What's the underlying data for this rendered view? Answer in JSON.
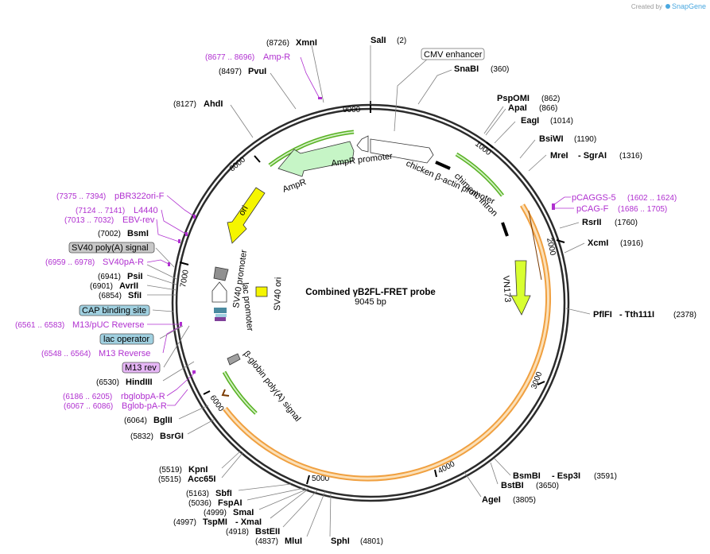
{
  "credit": {
    "created_by": "Created by",
    "brand": "SnapGene"
  },
  "map": {
    "title": "Combined γB2FL-FRET probe",
    "size": "9045 bp"
  },
  "ticks": [
    "1000",
    "2000",
    "3000",
    "4000",
    "5000",
    "6000",
    "7000",
    "8000",
    "9000"
  ],
  "sites": {
    "sali": {
      "name": "SalI",
      "pos": "(2)"
    },
    "xmni": {
      "name": "XmnI",
      "pos": "(8726)"
    },
    "pvui": {
      "name": "PvuI",
      "pos": "(8497)"
    },
    "ahdi": {
      "name": "AhdI",
      "pos": "(8127)"
    },
    "snabi": {
      "name": "SnaBI",
      "pos": "(360)"
    },
    "psp": {
      "name": "PspOMI",
      "pos": "(862)"
    },
    "apai": {
      "name": "ApaI",
      "pos": "(866)"
    },
    "eagi": {
      "name": "EagI",
      "pos": "(1014)"
    },
    "bsiwi": {
      "name": "BsiWI",
      "pos": "(1190)"
    },
    "mrei": {
      "name": "MreI",
      "name2": "- SgrAI",
      "pos": "(1316)"
    },
    "bsrii": {
      "name": "RsrII",
      "pos": "(1760)"
    },
    "xcmi": {
      "name": "XcmI",
      "pos": "(1916)"
    },
    "pflfi": {
      "name": "PflFI",
      "name2": "- Tth111I",
      "pos": "(2378)"
    },
    "bsmbi": {
      "name": "BsmBI",
      "name2": "- Esp3I",
      "pos": "(3591)"
    },
    "bstbi": {
      "name": "BstBI",
      "pos": "(3650)"
    },
    "agei": {
      "name": "AgeI",
      "pos": "(3805)"
    },
    "sphi": {
      "name": "SphI",
      "pos": "(4801)"
    },
    "mlui": {
      "name": "MluI",
      "pos": "(4837)"
    },
    "bsteii": {
      "name": "BstEII",
      "pos": "(4918)"
    },
    "tspmi": {
      "name": "TspMI",
      "name2": "- XmaI",
      "pos": "(4997)"
    },
    "smai": {
      "name": "SmaI",
      "pos": "(4999)"
    },
    "fspai": {
      "name": "FspAI",
      "pos": "(5036)"
    },
    "sbfi": {
      "name": "SbfI",
      "pos": "(5163)"
    },
    "acc65i": {
      "name": "Acc65I",
      "pos": "(5515)"
    },
    "kpni": {
      "name": "KpnI",
      "pos": "(5519)"
    },
    "bsrgi": {
      "name": "BsrGI",
      "pos": "(5832)"
    },
    "bglii": {
      "name": "BglII",
      "pos": "(6064)"
    },
    "hindiii": {
      "name": "HindIII",
      "pos": "(6530)"
    },
    "sfii": {
      "name": "SfiI",
      "pos": "(6854)"
    },
    "avrii": {
      "name": "AvrII",
      "pos": "(6901)"
    },
    "psii": {
      "name": "PsiI",
      "pos": "(6941)"
    },
    "bsmi": {
      "name": "BsmI",
      "pos": "(7002)"
    }
  },
  "primers": {
    "amp_r": {
      "name": "Amp-R",
      "pos": "(8677 .. 8696)"
    },
    "pbr322": {
      "name": "pBR322ori-F",
      "pos": "(7375 .. 7394)"
    },
    "l4440": {
      "name": "L4440",
      "pos": "(7124 .. 7141)"
    },
    "ebv": {
      "name": "EBV-rev",
      "pos": "(7013 .. 7032)"
    },
    "sv40pa": {
      "name": "SV40pA-R",
      "pos": "(6959 .. 6978)"
    },
    "m13puc": {
      "name": "M13/pUC Reverse",
      "pos": "(6561 .. 6583)"
    },
    "m13rev": {
      "name": "M13 Reverse",
      "pos": "(6548 .. 6564)"
    },
    "rbglob": {
      "name": "rbglobpA-R",
      "pos": "(6186 .. 6205)"
    },
    "bglob": {
      "name": "Bglob-pA-R",
      "pos": "(6067 .. 6086)"
    },
    "pcaggs": {
      "name": "pCAGGS-5",
      "pos": "(1602 .. 1624)"
    },
    "pcag": {
      "name": "pCAG-F",
      "pos": "(1686 .. 1705)"
    }
  },
  "boxes": {
    "cmv": "CMV enhancer",
    "sv40polya": "SV40 poly(A) signal",
    "cap": "CAP binding site",
    "lacop": "lac operator",
    "m13rev": "M13 rev"
  },
  "features": {
    "ampr_promoter": "AmpR promoter",
    "ampr": "AmpR",
    "ori": "ori",
    "chicken": "chicken β-actin promoter",
    "intron": "chimeric intron",
    "vn173": "VN173",
    "sv40_promoter": "SV40 promoter",
    "lac_promoter": "lac promoter",
    "sv40_ori": "SV40 ori",
    "bglobin": "β-globin poly(A) signal"
  },
  "colors": {
    "backbone": "#2b2b2b",
    "ampr": "#c6f5c6",
    "ori": "#f5f500",
    "vn173": "#d8ff30",
    "orange": "#f0a040",
    "green": "#56b020",
    "primer": "#b030d0",
    "capbox": "#a0d0e0",
    "m13box": "#e6b6f6"
  }
}
